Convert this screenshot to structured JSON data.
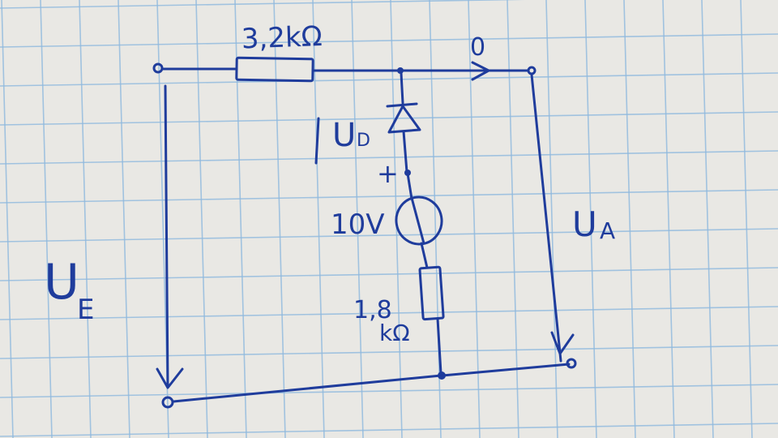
{
  "colors": {
    "paper": "#e9e8e4",
    "grid": "#8fb9de",
    "ink": "#1f3c9c"
  },
  "labels": {
    "r1": "3,2kΩ",
    "i_out": "0",
    "ud": "U",
    "ud_sub": "D",
    "plus": "+",
    "source": "10V",
    "r2_line1": "1,8",
    "r2_line2": "kΩ",
    "ua": "U",
    "ua_sub": "A",
    "ue": "U",
    "ue_sub": "E"
  }
}
